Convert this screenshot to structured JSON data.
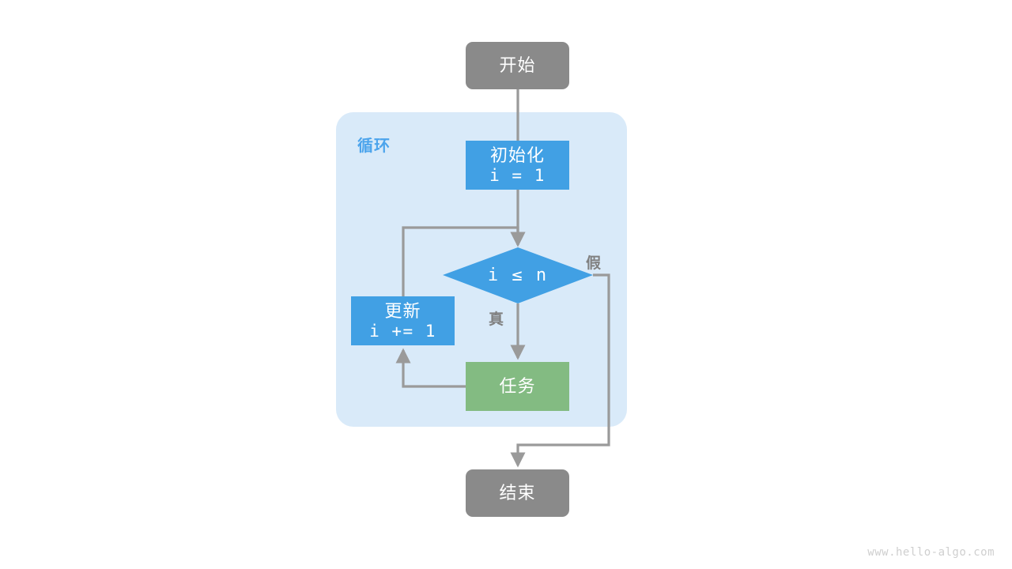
{
  "diagram": {
    "title": "for-loop-flowchart",
    "start_label": "开始",
    "end_label": "结束",
    "loop_group_label": "循环",
    "init": {
      "title": "初始化",
      "code": "i = 1"
    },
    "decision": {
      "condition": "i ≤ n"
    },
    "update": {
      "title": "更新",
      "code": "i += 1"
    },
    "task": {
      "title": "任务"
    },
    "branch_true_label": "真",
    "branch_false_label": "假",
    "watermark": "www.hello-algo.com"
  },
  "colors": {
    "terminator": "#8a8a8a",
    "process": "#41a0e4",
    "task": "#83bb82",
    "group_background": "#d9eaf9",
    "group_label": "#4ca4ec",
    "connector": "#9a9a9a",
    "text_on_fill": "#ffffff",
    "branch_label": "#808080",
    "watermark": "#cfcfcf",
    "page_background": "#ffffff"
  }
}
